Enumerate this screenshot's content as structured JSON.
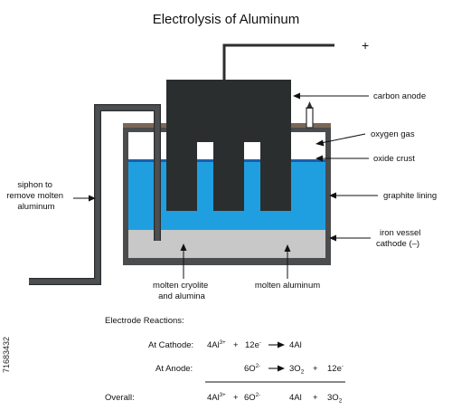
{
  "title": "Electrolysis of Aluminum",
  "terminal_plus": "+",
  "labels": {
    "carbon_anode": "carbon anode",
    "oxygen_gas": "oxygen gas",
    "oxide_crust": "oxide crust",
    "graphite_lining": "graphite lining",
    "iron_vessel_1": "iron vessel",
    "iron_vessel_2": "cathode (–)",
    "siphon_1": "siphon to",
    "siphon_2": "remove molten",
    "siphon_3": "aluminum",
    "cryolite_1": "molten cryolite",
    "cryolite_2": "and alumina",
    "molten_aluminum": "molten aluminum"
  },
  "reactions": {
    "heading": "Electrode Reactions:",
    "cathode_label": "At Cathode:",
    "anode_label": "At Anode:",
    "overall_label": "Overall:",
    "al": "Al",
    "three_plus": "3+",
    "two_minus": "2-",
    "plus": "+",
    "minus": "-",
    "o": "O",
    "e": "e",
    "coef_4": "4",
    "coef_12": "12",
    "coef_6": "6",
    "coef_3": "3",
    "sub_2": "2"
  },
  "stock_id": "71683432",
  "colors": {
    "anode": "#2b2e2f",
    "lining": "#4a4c4e",
    "electrolyte": "#1f9fe0",
    "oxide_crust": "#1b5fa8",
    "molten_aluminum": "#c8c8c8",
    "rim": "#7a6757",
    "pipe": "#4d4e50"
  }
}
